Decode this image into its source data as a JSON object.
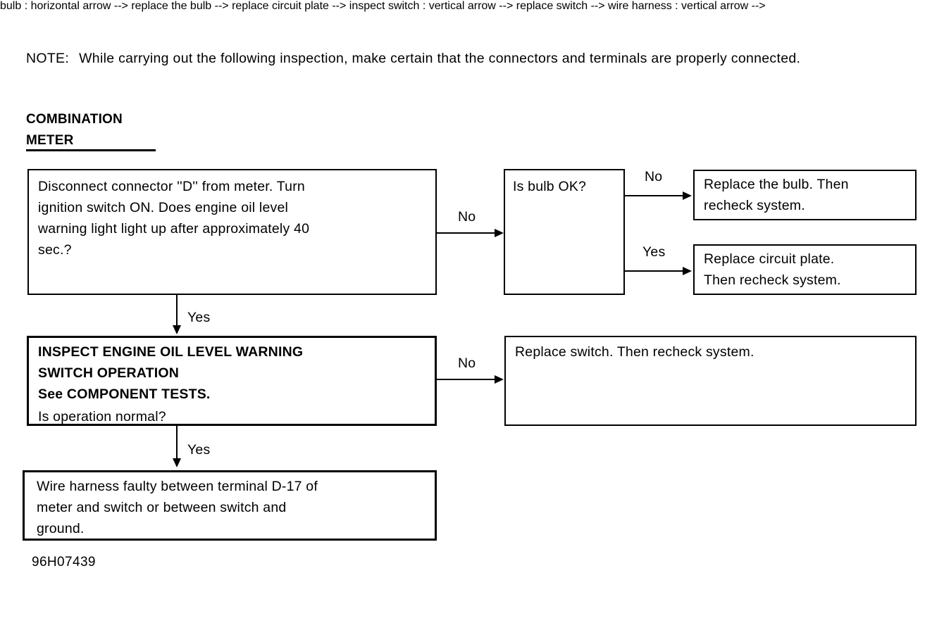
{
  "note": {
    "label": "NOTE:",
    "text": "While carrying out the following inspection, make certain that the connectors and terminals are properly connected."
  },
  "section": {
    "heading_line1": "COMBINATION",
    "heading_line2": "METER"
  },
  "footer": {
    "code": "96H07439"
  },
  "chart_data": {
    "type": "diagram",
    "title": "COMBINATION METER",
    "nodes": [
      {
        "id": "start",
        "label": "Disconnect connector ''D'' from meter. Turn ignition switch ON. Does engine oil level warning light light up after approximately 40 sec.?",
        "bold": false
      },
      {
        "id": "bulb",
        "label": "Is bulb OK?",
        "bold": false
      },
      {
        "id": "replace-bulb",
        "label": "Replace the bulb. Then recheck system.",
        "bold": false
      },
      {
        "id": "replace-circuit-plate",
        "label": "Replace circuit plate. Then recheck system.",
        "bold": false
      },
      {
        "id": "inspect-switch",
        "label_bold": "INSPECT ENGINE OIL LEVEL WARNING SWITCH OPERATION\nSee COMPONENT TESTS.",
        "label_plain": "Is operation normal?",
        "bold": true
      },
      {
        "id": "replace-switch",
        "label": "Replace switch. Then recheck system.",
        "bold": false
      },
      {
        "id": "wire-harness",
        "label": "Wire harness faulty between terminal D-17 of meter and switch or between switch and ground.",
        "bold": false
      }
    ],
    "edges": [
      {
        "from": "start",
        "to": "bulb",
        "label": "No"
      },
      {
        "from": "start",
        "to": "inspect-switch",
        "label": "Yes"
      },
      {
        "from": "bulb",
        "to": "replace-bulb",
        "label": "No"
      },
      {
        "from": "bulb",
        "to": "replace-circuit-plate",
        "label": "Yes"
      },
      {
        "from": "inspect-switch",
        "to": "replace-switch",
        "label": "No"
      },
      {
        "from": "inspect-switch",
        "to": "wire-harness",
        "label": "Yes"
      }
    ]
  },
  "boxes": {
    "start": {
      "text": "Disconnect connector ''D'' from meter. Turn\nignition switch ON. Does engine oil level\nwarning light light up after approximately 40\nsec.?"
    },
    "bulb": {
      "text": "Is bulb OK?"
    },
    "replace_bulb": {
      "text": "Replace the bulb. Then\nrecheck system."
    },
    "replace_circuit_plate": {
      "text": "Replace circuit plate.\nThen recheck system."
    },
    "inspect_switch": {
      "bold_text": "INSPECT ENGINE OIL LEVEL WARNING\nSWITCH OPERATION\nSee COMPONENT TESTS.",
      "plain_text": "Is operation normal?"
    },
    "replace_switch": {
      "text": "Replace switch. Then recheck system."
    },
    "wire_harness": {
      "text": "Wire harness faulty between terminal D-17 of\nmeter and switch or between switch and\nground."
    }
  },
  "edge_labels": {
    "start_no": "No",
    "start_yes": "Yes",
    "bulb_no": "No",
    "bulb_yes": "Yes",
    "inspect_no": "No",
    "inspect_yes": "Yes"
  },
  "colors": {
    "ink": "#000000",
    "paper": "#ffffff"
  }
}
